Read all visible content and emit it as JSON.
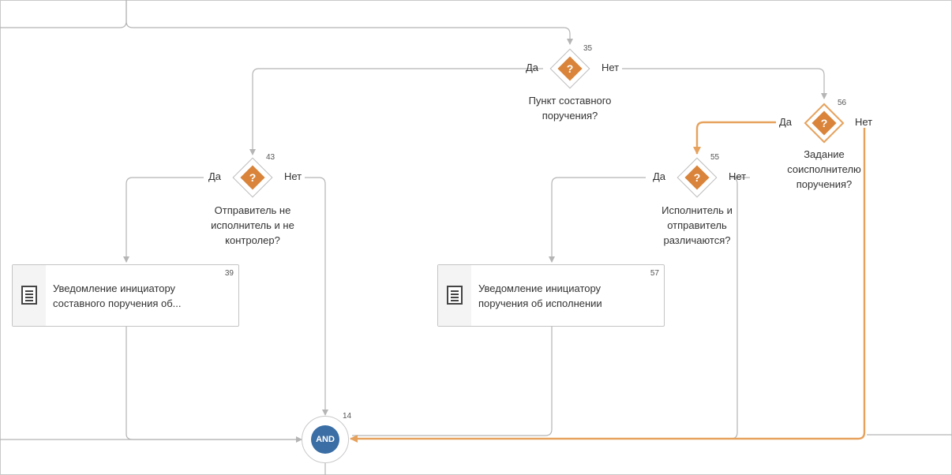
{
  "colors": {
    "connector": "#b5b5b5",
    "active_connector": "#e6a15c",
    "condition_fill": "#d9843a",
    "and_fill": "#3a6ea5"
  },
  "conditions": [
    {
      "id": "35",
      "question": "Пункт составного поручения?",
      "yes": "Да",
      "no": "Нет",
      "active": false
    },
    {
      "id": "56",
      "question": "Задание соисполнителю поручения?",
      "yes": "Да",
      "no": "Нет",
      "active": true
    },
    {
      "id": "43",
      "question": "Отправитель не исполнитель и не контролер?",
      "yes": "Да",
      "no": "Нет",
      "active": false
    },
    {
      "id": "55",
      "question": "Исполнитель и отправитель различаются?",
      "yes": "Да",
      "no": "Нет",
      "active": false
    }
  ],
  "condition_symbol": "?",
  "tasks": [
    {
      "id": "39",
      "text": "Уведомление инициатору составного поручения об...",
      "icon": "document-icon"
    },
    {
      "id": "57",
      "text": "Уведомление инициатору поручения об исполнении",
      "icon": "document-icon"
    }
  ],
  "join": {
    "id": "14",
    "label": "AND"
  }
}
